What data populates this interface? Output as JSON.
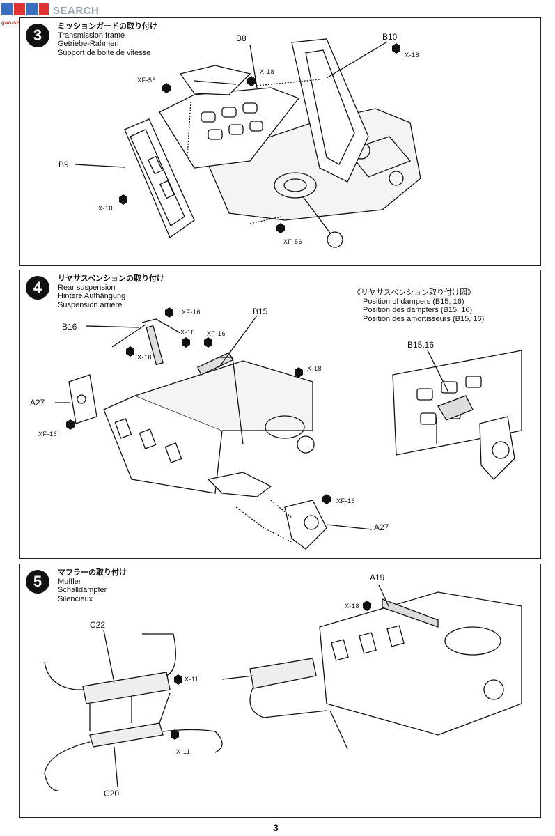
{
  "watermark": {
    "text": "SEARCH",
    "sub": "gao-shane.com"
  },
  "steps": [
    {
      "number": "3",
      "title_jp": "ミッションガードの取り付け",
      "title_en": "Transmission frame",
      "title_de": "Getriebe-Rahmen",
      "title_fr": "Support de boite de vitesse",
      "labels": {
        "b8": "B8",
        "b10": "B10",
        "b9": "B9"
      },
      "hardware": {
        "x18_a": "X-18",
        "x18_b": "X-18",
        "x18_c": "X-18",
        "xf56_a": "XF-56",
        "xf56_b": "XF-56"
      }
    },
    {
      "number": "4",
      "title_jp": "リヤサスペンションの取り付け",
      "title_en": "Rear suspension",
      "title_de": "Hintere Aufhängung",
      "title_fr": "Suspension arrière",
      "labels": {
        "b16": "B16",
        "b15": "B15",
        "a27_left": "A27",
        "a27_right": "A27",
        "b1516": "B15,16"
      },
      "hardware": {
        "xf16_a": "XF-16",
        "xf16_b": "XF-16",
        "xf16_c": "XF-16",
        "xf16_d": "XF-16",
        "x18_a": "X-18",
        "x18_b": "X-18",
        "x18_c": "X-18"
      },
      "inset_note": {
        "jp": "《リヤサスペンション取り付け図》",
        "en": "Position of dampers (B15, 16)",
        "de": "Position des dämpfers (B15, 16)",
        "fr": "Position des amortisseurs (B15, 16)"
      }
    },
    {
      "number": "5",
      "title_jp": "マフラーの取り付け",
      "title_en": "Muffler",
      "title_de": "Schalldämpfer",
      "title_fr": "Silencieux",
      "labels": {
        "c22": "C22",
        "c20": "C20",
        "a19": "A19"
      },
      "hardware": {
        "x11_a": "X-11",
        "x11_b": "X-11",
        "x18": "X-18"
      }
    }
  ],
  "page_number": "3"
}
